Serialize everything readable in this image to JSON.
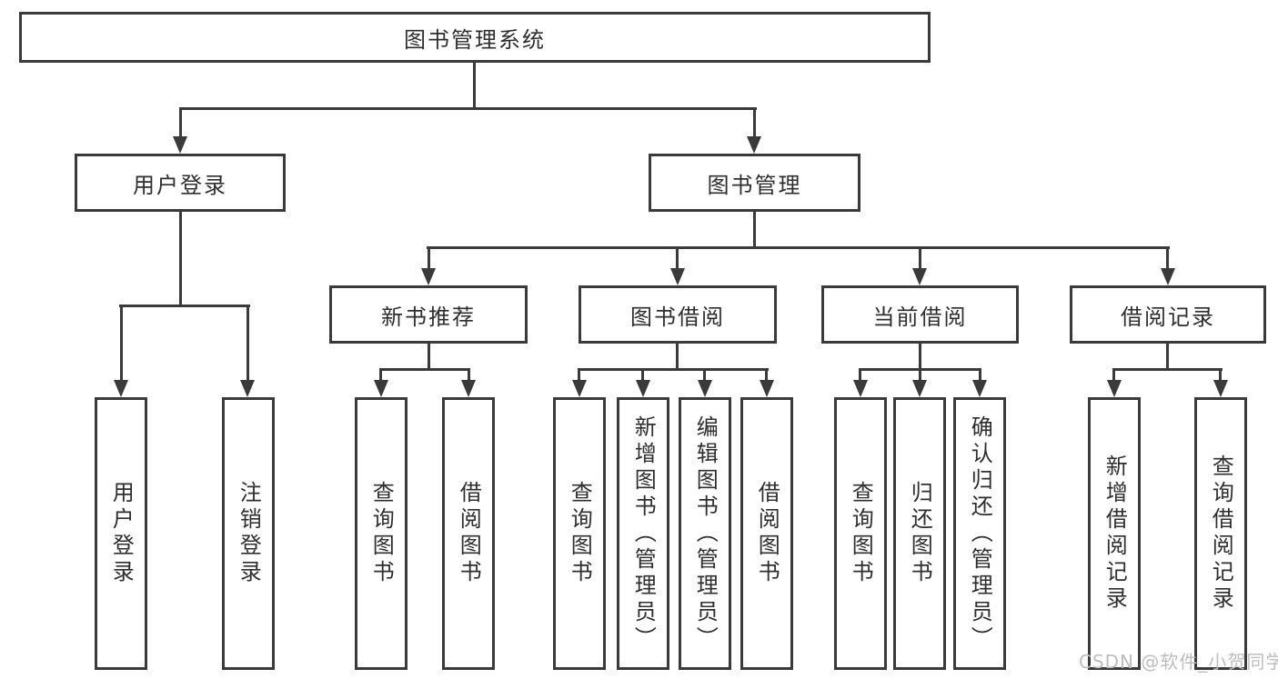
{
  "diagram": {
    "type": "tree-structure-diagram",
    "title": "图书管理系统",
    "watermark": "CSDN @软件_小贺同学",
    "colors": {
      "line": "#3a3a3a",
      "box_border": "#3a3a3a",
      "box_background": "#ffffff",
      "text": "#2e2e2e",
      "watermark": "#bdbdbd",
      "page_background": "#ffffff"
    },
    "nodes": {
      "root": {
        "label": "图书管理系统"
      },
      "user_login": {
        "label": "用户登录"
      },
      "book_mgmt": {
        "label": "图书管理"
      },
      "new_recommend": {
        "label": "新书推荐"
      },
      "book_borrow": {
        "label": "图书借阅"
      },
      "current_borrow": {
        "label": "当前借阅"
      },
      "borrow_records": {
        "label": "借阅记录"
      },
      "leaf_user_login": {
        "label": "用户登录"
      },
      "leaf_logout": {
        "label": "注销登录"
      },
      "leaf_nr_query": {
        "label": "查询图书"
      },
      "leaf_nr_borrow": {
        "label": "借阅图书"
      },
      "leaf_bb_query": {
        "label": "查询图书"
      },
      "leaf_bb_add": {
        "label": "新增图书（管理员）"
      },
      "leaf_bb_edit": {
        "label": "编辑图书（管理员）"
      },
      "leaf_bb_borrow": {
        "label": "借阅图书"
      },
      "leaf_cb_query": {
        "label": "查询图书"
      },
      "leaf_cb_return": {
        "label": "归还图书"
      },
      "leaf_cb_confirm": {
        "label": "确认归还（管理员）"
      },
      "leaf_br_add": {
        "label": "新增借阅记录"
      },
      "leaf_br_query": {
        "label": "查询借阅记录"
      }
    },
    "hierarchy": {
      "图书管理系统": {
        "用户登录": [
          "用户登录",
          "注销登录"
        ],
        "图书管理": {
          "新书推荐": [
            "查询图书",
            "借阅图书"
          ],
          "图书借阅": [
            "查询图书",
            "新增图书（管理员）",
            "编辑图书（管理员）",
            "借阅图书"
          ],
          "当前借阅": [
            "查询图书",
            "归还图书",
            "确认归还（管理员）"
          ],
          "借阅记录": [
            "新增借阅记录",
            "查询借阅记录"
          ]
        }
      }
    }
  }
}
